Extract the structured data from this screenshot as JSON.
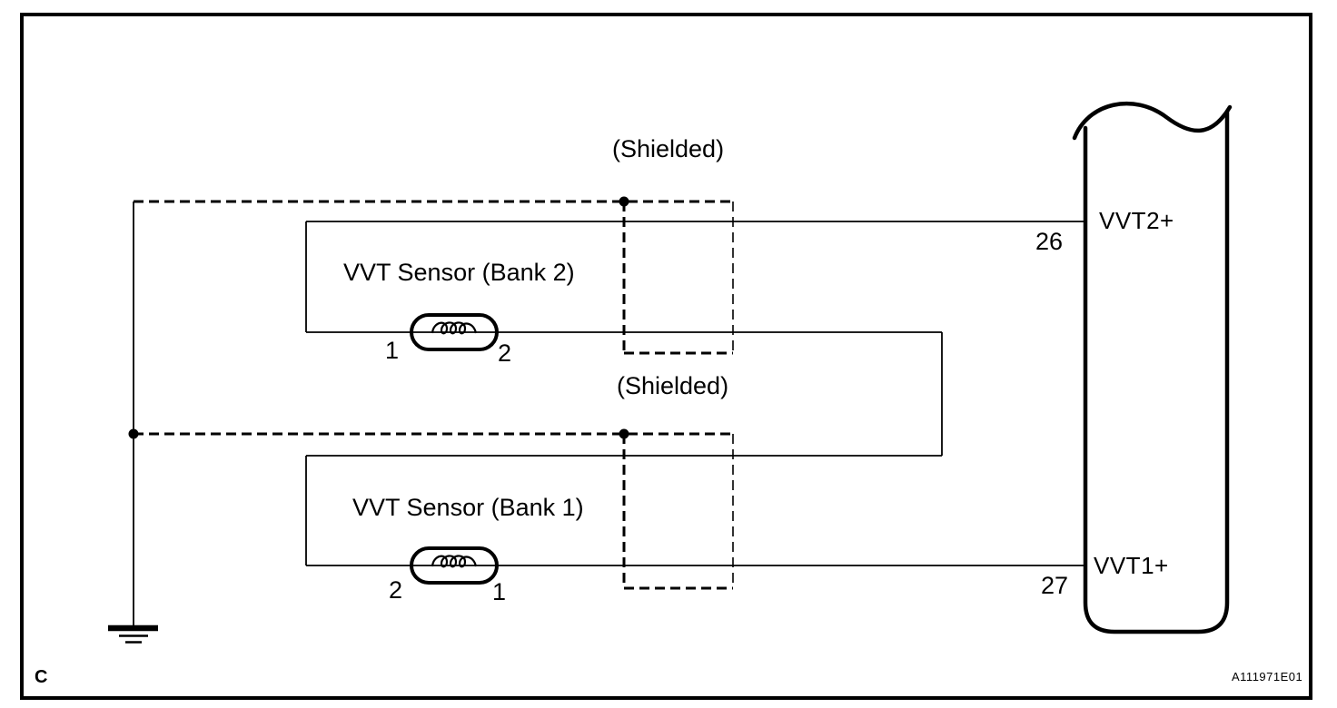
{
  "diagram": {
    "figure_label": "C",
    "figure_code": "A111971E01",
    "shields": [
      {
        "label": "(Shielded)"
      },
      {
        "label": "(Shielded)"
      }
    ],
    "sensors": [
      {
        "name": "VVT Sensor (Bank 2)",
        "left_pin": "1",
        "right_pin": "2"
      },
      {
        "name": "VVT Sensor (Bank 1)",
        "left_pin": "2",
        "right_pin": "1"
      }
    ],
    "ecm": {
      "pins": [
        {
          "number": "26",
          "label": "VVT2+"
        },
        {
          "number": "27",
          "label": "VVT1+"
        }
      ]
    },
    "icons": {
      "coil": "inductor-coil-icon",
      "ground": "chassis-ground-icon",
      "shield": "dashed-shield-outline",
      "connector": "ecm-connector-shape"
    },
    "colors": {
      "line": "#000000",
      "background": "#ffffff"
    }
  }
}
